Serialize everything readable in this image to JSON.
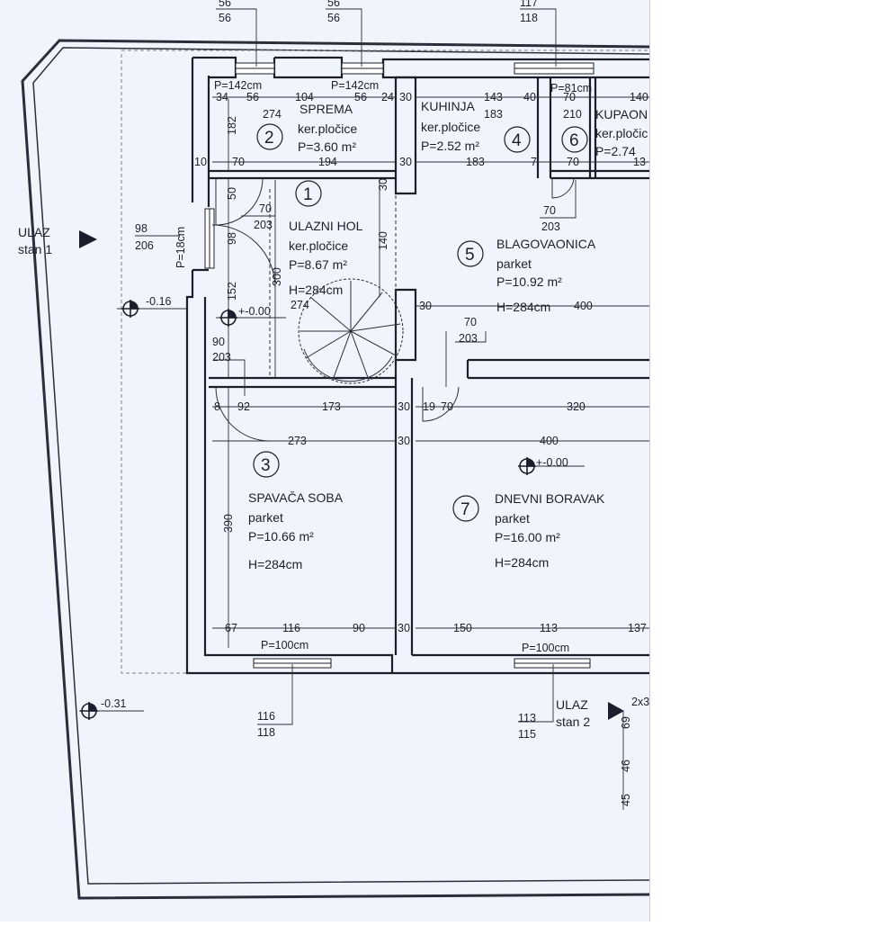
{
  "entrances": {
    "stan1": {
      "line1": "ULAZ",
      "line2": "stan 1"
    },
    "stan2": {
      "line1": "ULAZ",
      "line2": "stan 2"
    }
  },
  "levels": {
    "ground_left": "-0.16",
    "hall": "+-0.00",
    "living": "+-0.00",
    "outside": "-0.31"
  },
  "rooms": [
    {
      "id": "room-1",
      "number": "1",
      "name": "ULAZNI HOL",
      "floor": "ker.pločice",
      "area": "P=8.67 m²",
      "height": "H=284cm"
    },
    {
      "id": "room-2",
      "number": "2",
      "name": "SPREMA",
      "floor": "ker.pločice",
      "area": "P=3.60 m²"
    },
    {
      "id": "room-3",
      "number": "3",
      "name": "SPAVAČA SOBA",
      "floor": "parket",
      "area": "P=10.66 m²",
      "height": "H=284cm"
    },
    {
      "id": "room-4",
      "number": "4",
      "name": "KUHINJA",
      "floor": "ker.pločice",
      "area": "P=2.52 m²"
    },
    {
      "id": "room-5",
      "number": "5",
      "name": "BLAGOVAONICA",
      "floor": "parket",
      "area": "P=10.92 m²",
      "height": "H=284cm"
    },
    {
      "id": "room-6",
      "number": "6",
      "name": "KUPAON",
      "floor": "ker.pločic",
      "area": "P=2.74"
    },
    {
      "id": "room-7",
      "number": "7",
      "name": "DNEVNI BORAVAK",
      "floor": "parket",
      "area": "P=16.00 m²",
      "height": "H=284cm"
    }
  ],
  "windows": {
    "w1": {
      "top": "56",
      "bottom": "56",
      "label": "P=142cm"
    },
    "w2": {
      "top": "56",
      "bottom": "56",
      "label": "P=142cm"
    },
    "w3": {
      "top": "117",
      "bottom": "118",
      "label": "P=81cm"
    },
    "w4": {
      "top": "98",
      "bottom": "206",
      "label": "P=18cm"
    },
    "w5": {
      "top": "116",
      "bottom": "118",
      "label": "P=100cm"
    },
    "w6": {
      "top": "113",
      "bottom": "115",
      "label": "P=100cm"
    }
  },
  "doors": {
    "d1": {
      "top": "70",
      "bottom": "203"
    },
    "d2": {
      "top": "70",
      "bottom": "203"
    },
    "d3": {
      "top": "90",
      "bottom": "203"
    },
    "d4": {
      "top": "70",
      "bottom": "203"
    }
  },
  "dimensions": {
    "top_row": [
      "34",
      "56",
      "104",
      "56",
      "24",
      "30",
      "143",
      "40",
      "70",
      "140"
    ],
    "sprema_w": "274",
    "kuhinja_w": "183",
    "kupaon_w": "210",
    "sprema_h": "182",
    "row2": [
      "10",
      "70",
      "194",
      "30",
      "183",
      "7",
      "70",
      "13"
    ],
    "hall_left": [
      "50",
      "98",
      "152"
    ],
    "hall_300": "300",
    "hall_140": "140",
    "hall_30": "30",
    "hall_274": "274",
    "blag_30": "30",
    "blag_400": "400",
    "row3": [
      "8",
      "92",
      "173",
      "30",
      "19",
      "70",
      "320"
    ],
    "row4": [
      "273",
      "30",
      "400"
    ],
    "room3_h": "390",
    "bottom_row": [
      "67",
      "116",
      "90",
      "30",
      "150",
      "113",
      "137"
    ],
    "stair_right": [
      "69",
      "46",
      "45"
    ],
    "edge": "2x3"
  }
}
